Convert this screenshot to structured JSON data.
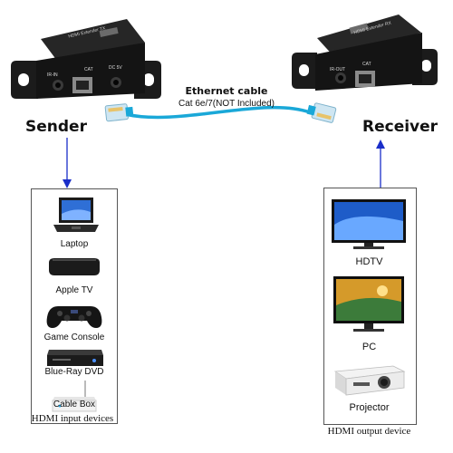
{
  "cable": {
    "title": "Ethernet cable",
    "subtitle": "Cat 6e/7(NOT Included)"
  },
  "sender": {
    "label": "Sender",
    "box_label": "HDMI input devices",
    "device_text": "HDMI Extender TX",
    "port_labels": [
      "IR-IN",
      "CAT",
      "DC 5V"
    ],
    "devices": [
      {
        "label": "Laptop"
      },
      {
        "label": "Apple TV"
      },
      {
        "label": "Game Console"
      },
      {
        "label": "Blue-Ray DVD"
      },
      {
        "label": "Cable Box"
      }
    ]
  },
  "receiver": {
    "label": "Receiver",
    "box_label": "HDMI output device",
    "device_text": "HDMI Extender RX",
    "port_labels": [
      "IR-OUT",
      "CAT"
    ],
    "devices": [
      {
        "label": "HDTV"
      },
      {
        "label": "PC"
      },
      {
        "label": "Projector"
      }
    ]
  },
  "colors": {
    "arrow": "#1a2ec9",
    "cable": "#1aa8d8",
    "device": "#1b1b1b",
    "box_border": "#555555"
  }
}
